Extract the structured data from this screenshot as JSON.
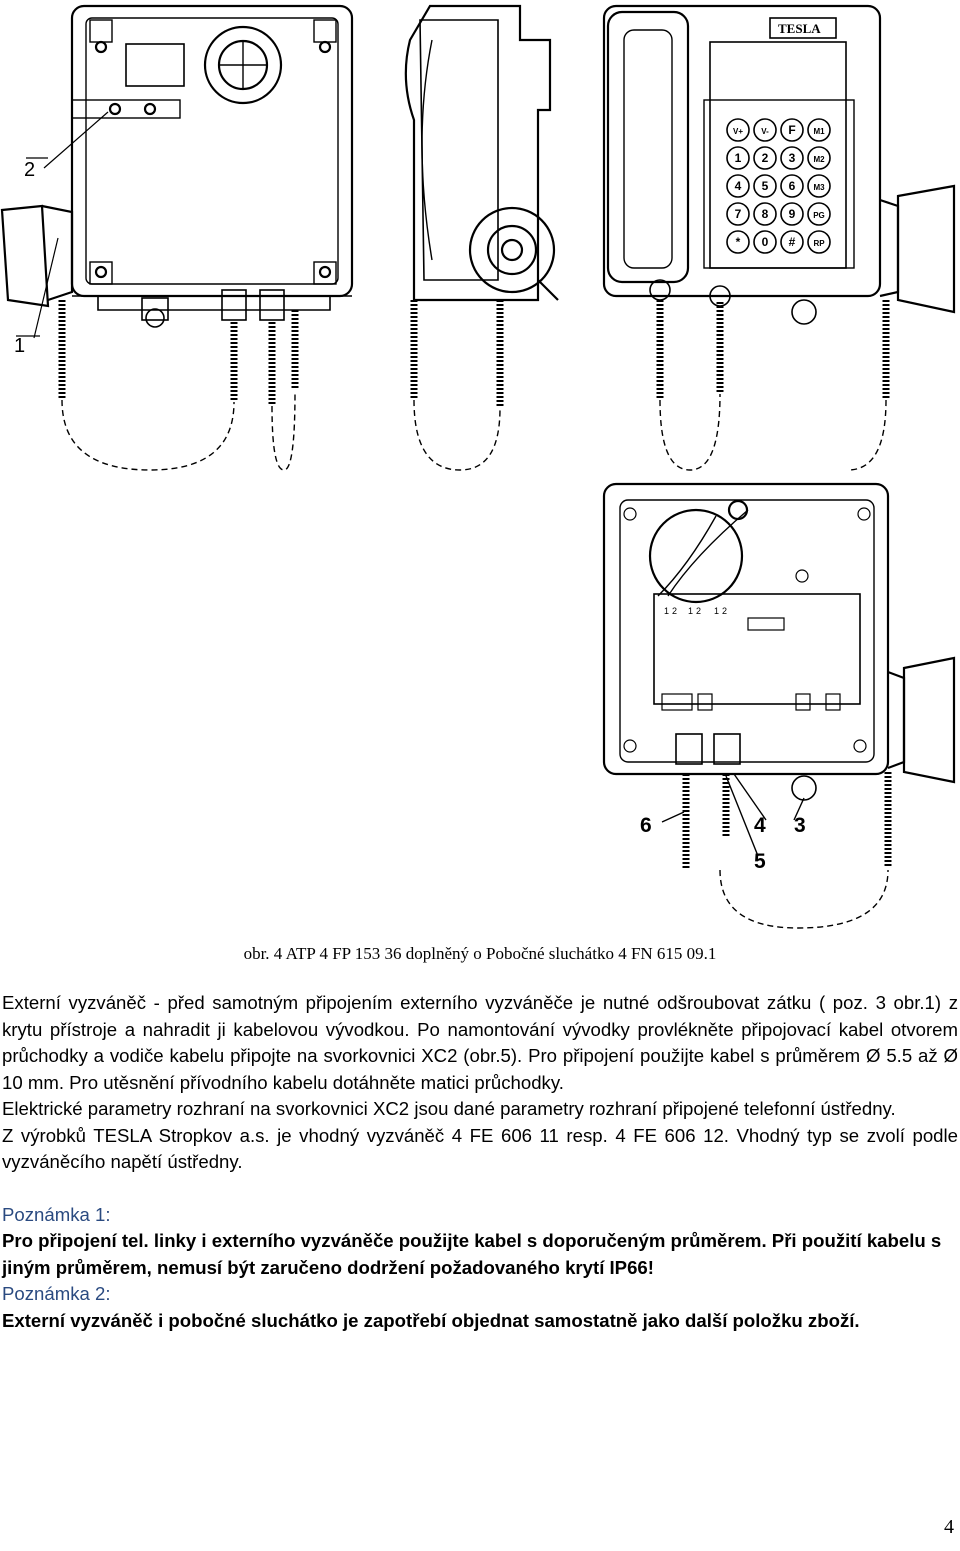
{
  "figure": {
    "keypad_brand": "TESLA",
    "keypad_keys": [
      "V+",
      "V-",
      "F",
      "M1",
      "1",
      "2",
      "3",
      "M2",
      "4",
      "5",
      "6",
      "M3",
      "7",
      "8",
      "9",
      "PG",
      "*",
      "0",
      "#",
      "RP"
    ],
    "callouts_top": [
      "2",
      "1"
    ],
    "callouts_bottom": [
      "6",
      "4",
      "3",
      "5"
    ],
    "terminal_labels": [
      "1",
      "2",
      "1",
      "2",
      "1",
      "2"
    ]
  },
  "caption": "obr. 4  ATP 4 FP 153 36 doplněný o Pobočné sluchátko 4 FN 615 09.1",
  "paragraphs": {
    "p1": "Externí vyzváněč - před samotným připojením externího vyzváněče je nutné odšroubovat zátku ( poz. 3 obr.1) z krytu přístroje a nahradit ji kabelovou vývodkou. Po namontování vývodky provlékněte připojovací kabel otvorem průchodky a vodiče kabelu připojte na svorkovnici XC2 (obr.5). Pro připojení použijte kabel s průměrem Ø 5.5 až  Ø 10 mm. Pro utěsnění přívodního kabelu dotáhněte matici průchodky.",
    "p2": "Elektrické parametry rozhraní na svorkovnici XC2 jsou dané parametry rozhraní připojené telefonní ústředny.",
    "p3": "Z výrobků TESLA Stropkov a.s. je vhodný vyzváněč 4 FE 606 11 resp. 4 FE 606 12. Vhodný typ se zvolí podle vyzváněcího napětí ústředny."
  },
  "notes": [
    {
      "heading": "Poznámka 1:",
      "text": "Pro připojení tel. linky i externího vyzváněče použijte kabel s doporučeným průměrem. Při použití kabelu s jiným průměrem, nemusí být zaručeno dodržení požadovaného krytí IP66!"
    },
    {
      "heading": "Poznámka 2:",
      "text": "Externí vyzváněč i pobočné sluchátko je zapotřebí objednat samostatně jako další položku zboží."
    }
  ],
  "page_number": "4"
}
